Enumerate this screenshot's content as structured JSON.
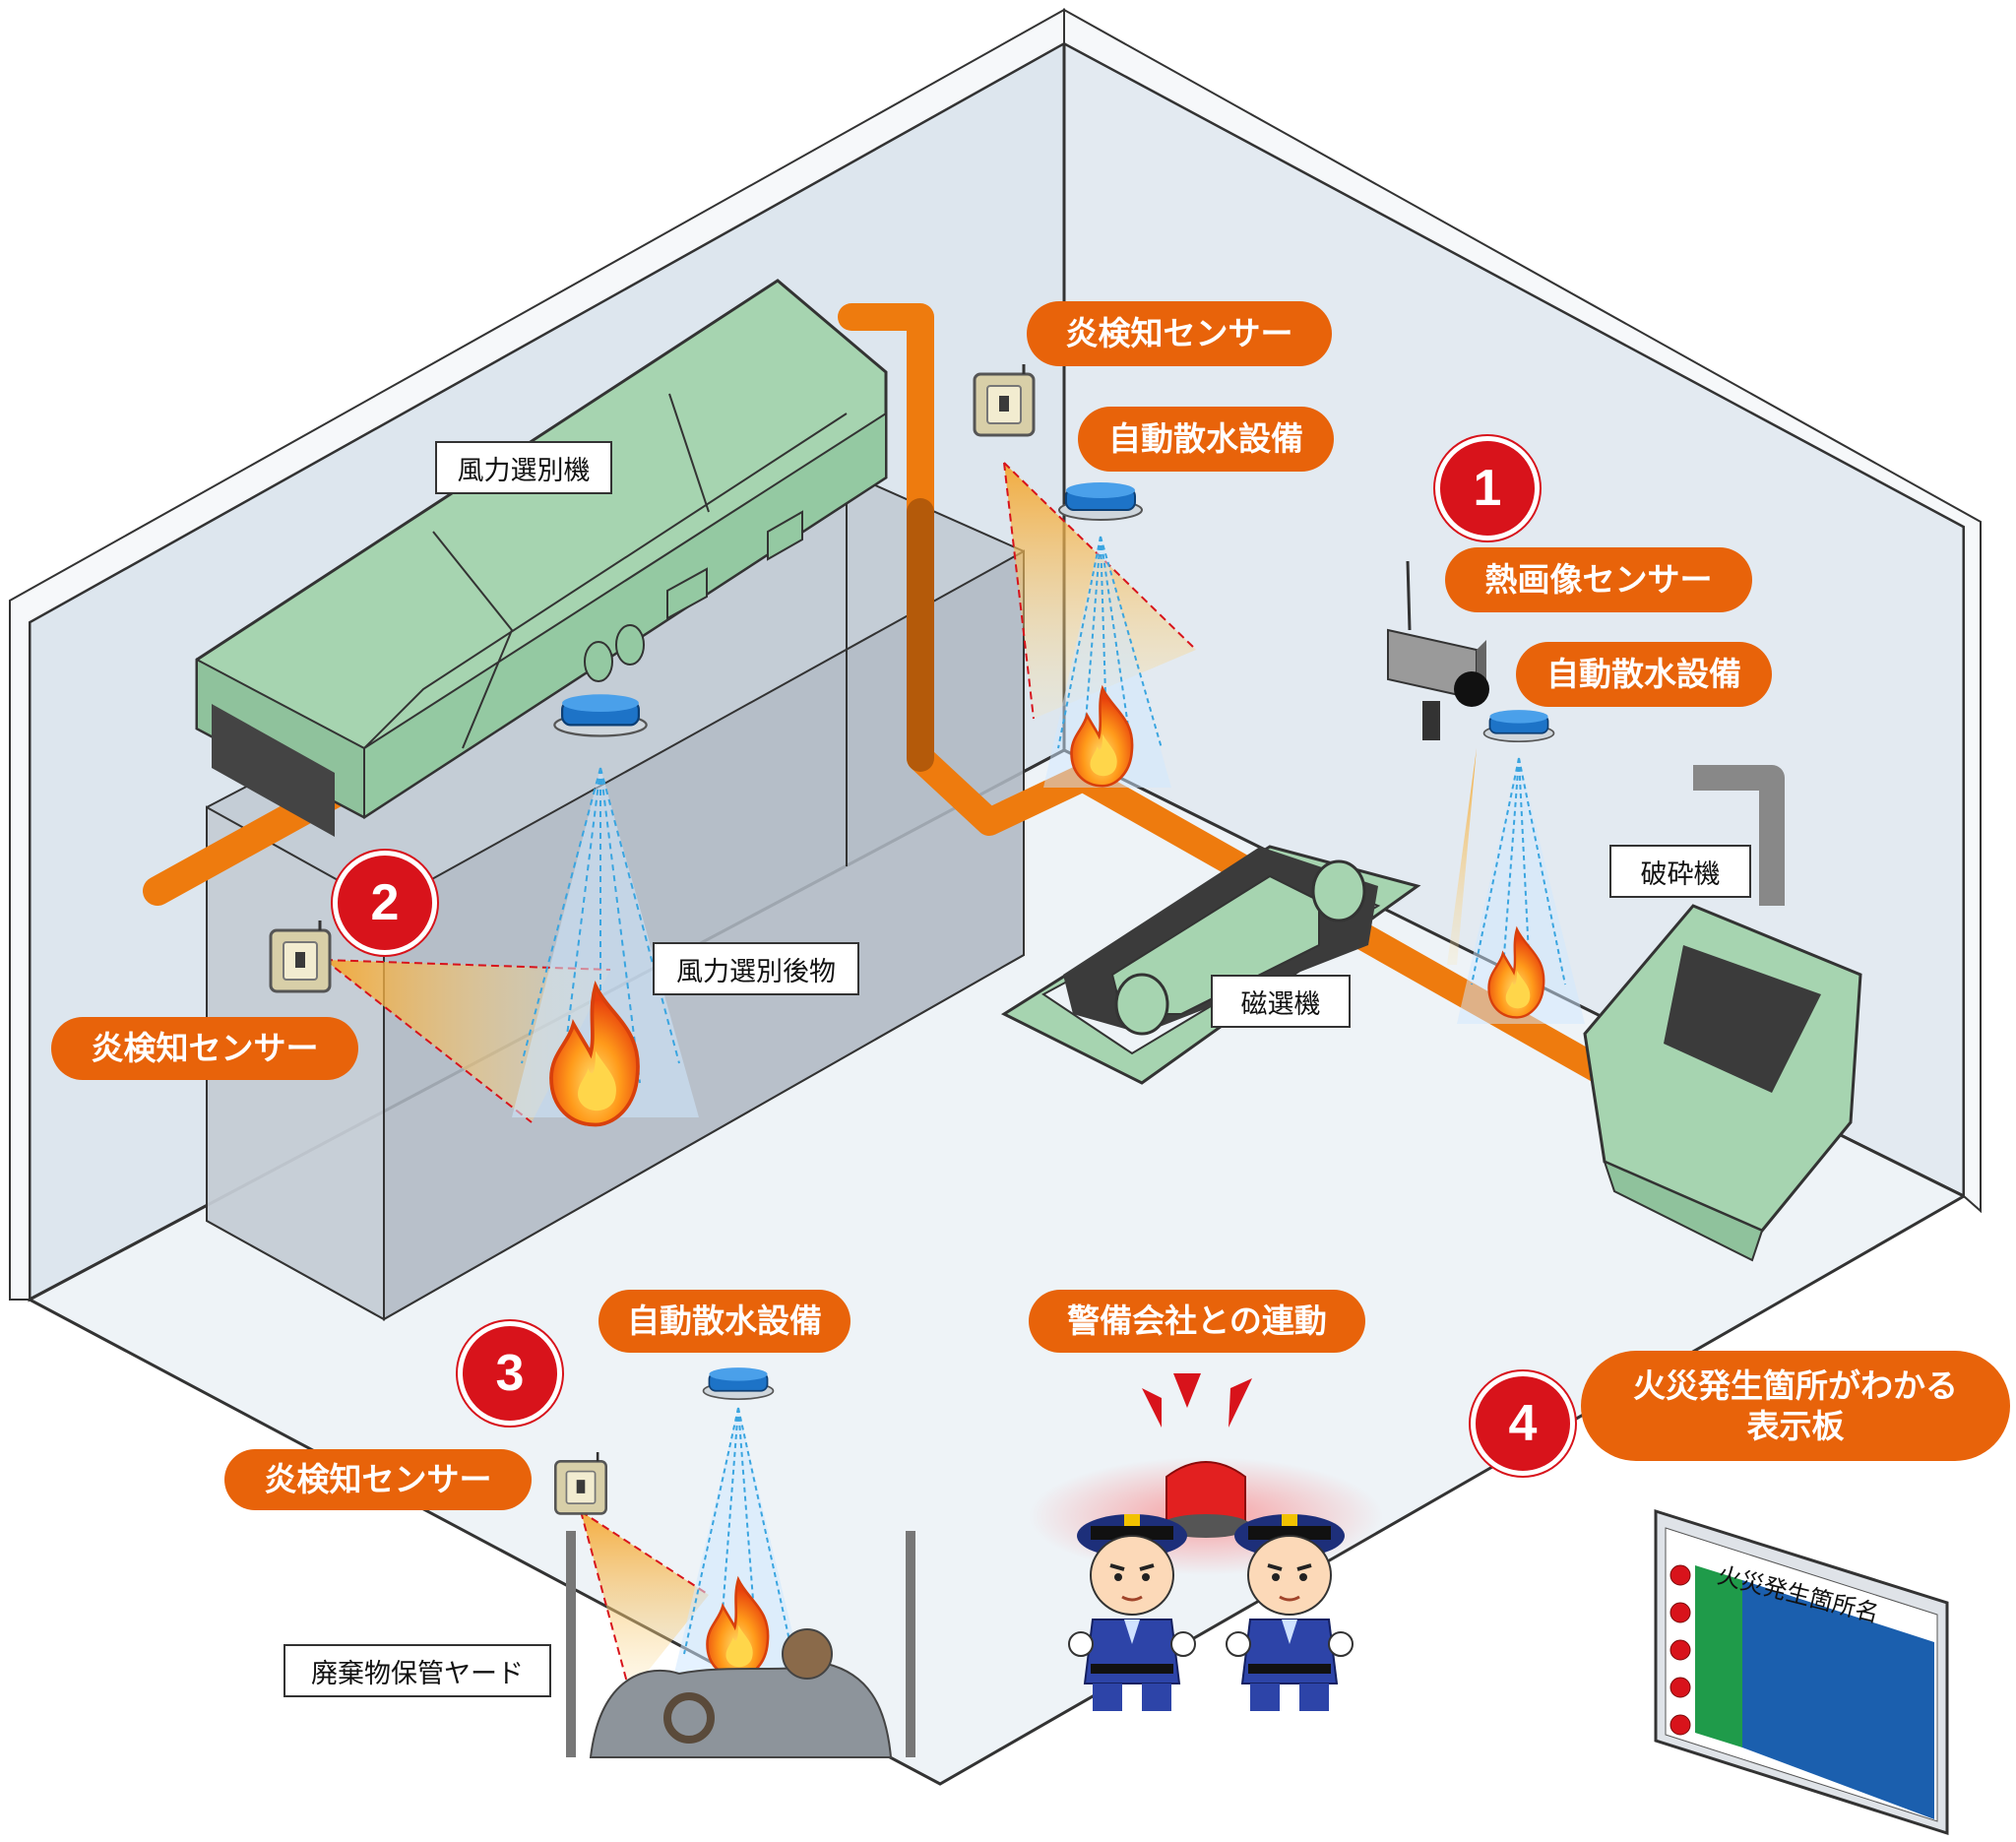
{
  "colors": {
    "accent_orange": "#e8630a",
    "number_red": "#d8131b",
    "machine_green": "#a6d4b0",
    "wall": "#dde6ee",
    "floor": "#eef3f7",
    "sprinkler_blue": "#1d73c7",
    "board_blue": "#1b5fae",
    "board_green": "#1f9b4a"
  },
  "numbers": {
    "n1": "1",
    "n2": "2",
    "n3": "3",
    "n4": "4"
  },
  "callouts": {
    "flame_sensor_top": "炎検知センサー",
    "sprinkler_top": "自動散水設備",
    "thermal_sensor": "熱画像センサー",
    "sprinkler_right": "自動散水設備",
    "flame_sensor_left": "炎検知センサー",
    "sprinkler_bottom": "自動散水設備",
    "security_link": "警備会社との連動",
    "flame_sensor_bottom": "炎検知センサー",
    "fire_board_line1": "火災発生箇所がわかる",
    "fire_board_line2": "表示板"
  },
  "labels": {
    "wind_separator": "風力選別機",
    "after_wind_separation": "風力選別後物",
    "magnetic_separator": "磁選機",
    "crusher": "破砕機",
    "waste_yard": "廃棄物保管ヤード"
  },
  "board": {
    "title": "火災発生箇所名"
  },
  "icons": [
    "flame-icon",
    "sprinkler-icon",
    "flame-sensor-icon",
    "thermal-camera-icon",
    "alarm-light-icon",
    "security-guard-icon"
  ]
}
